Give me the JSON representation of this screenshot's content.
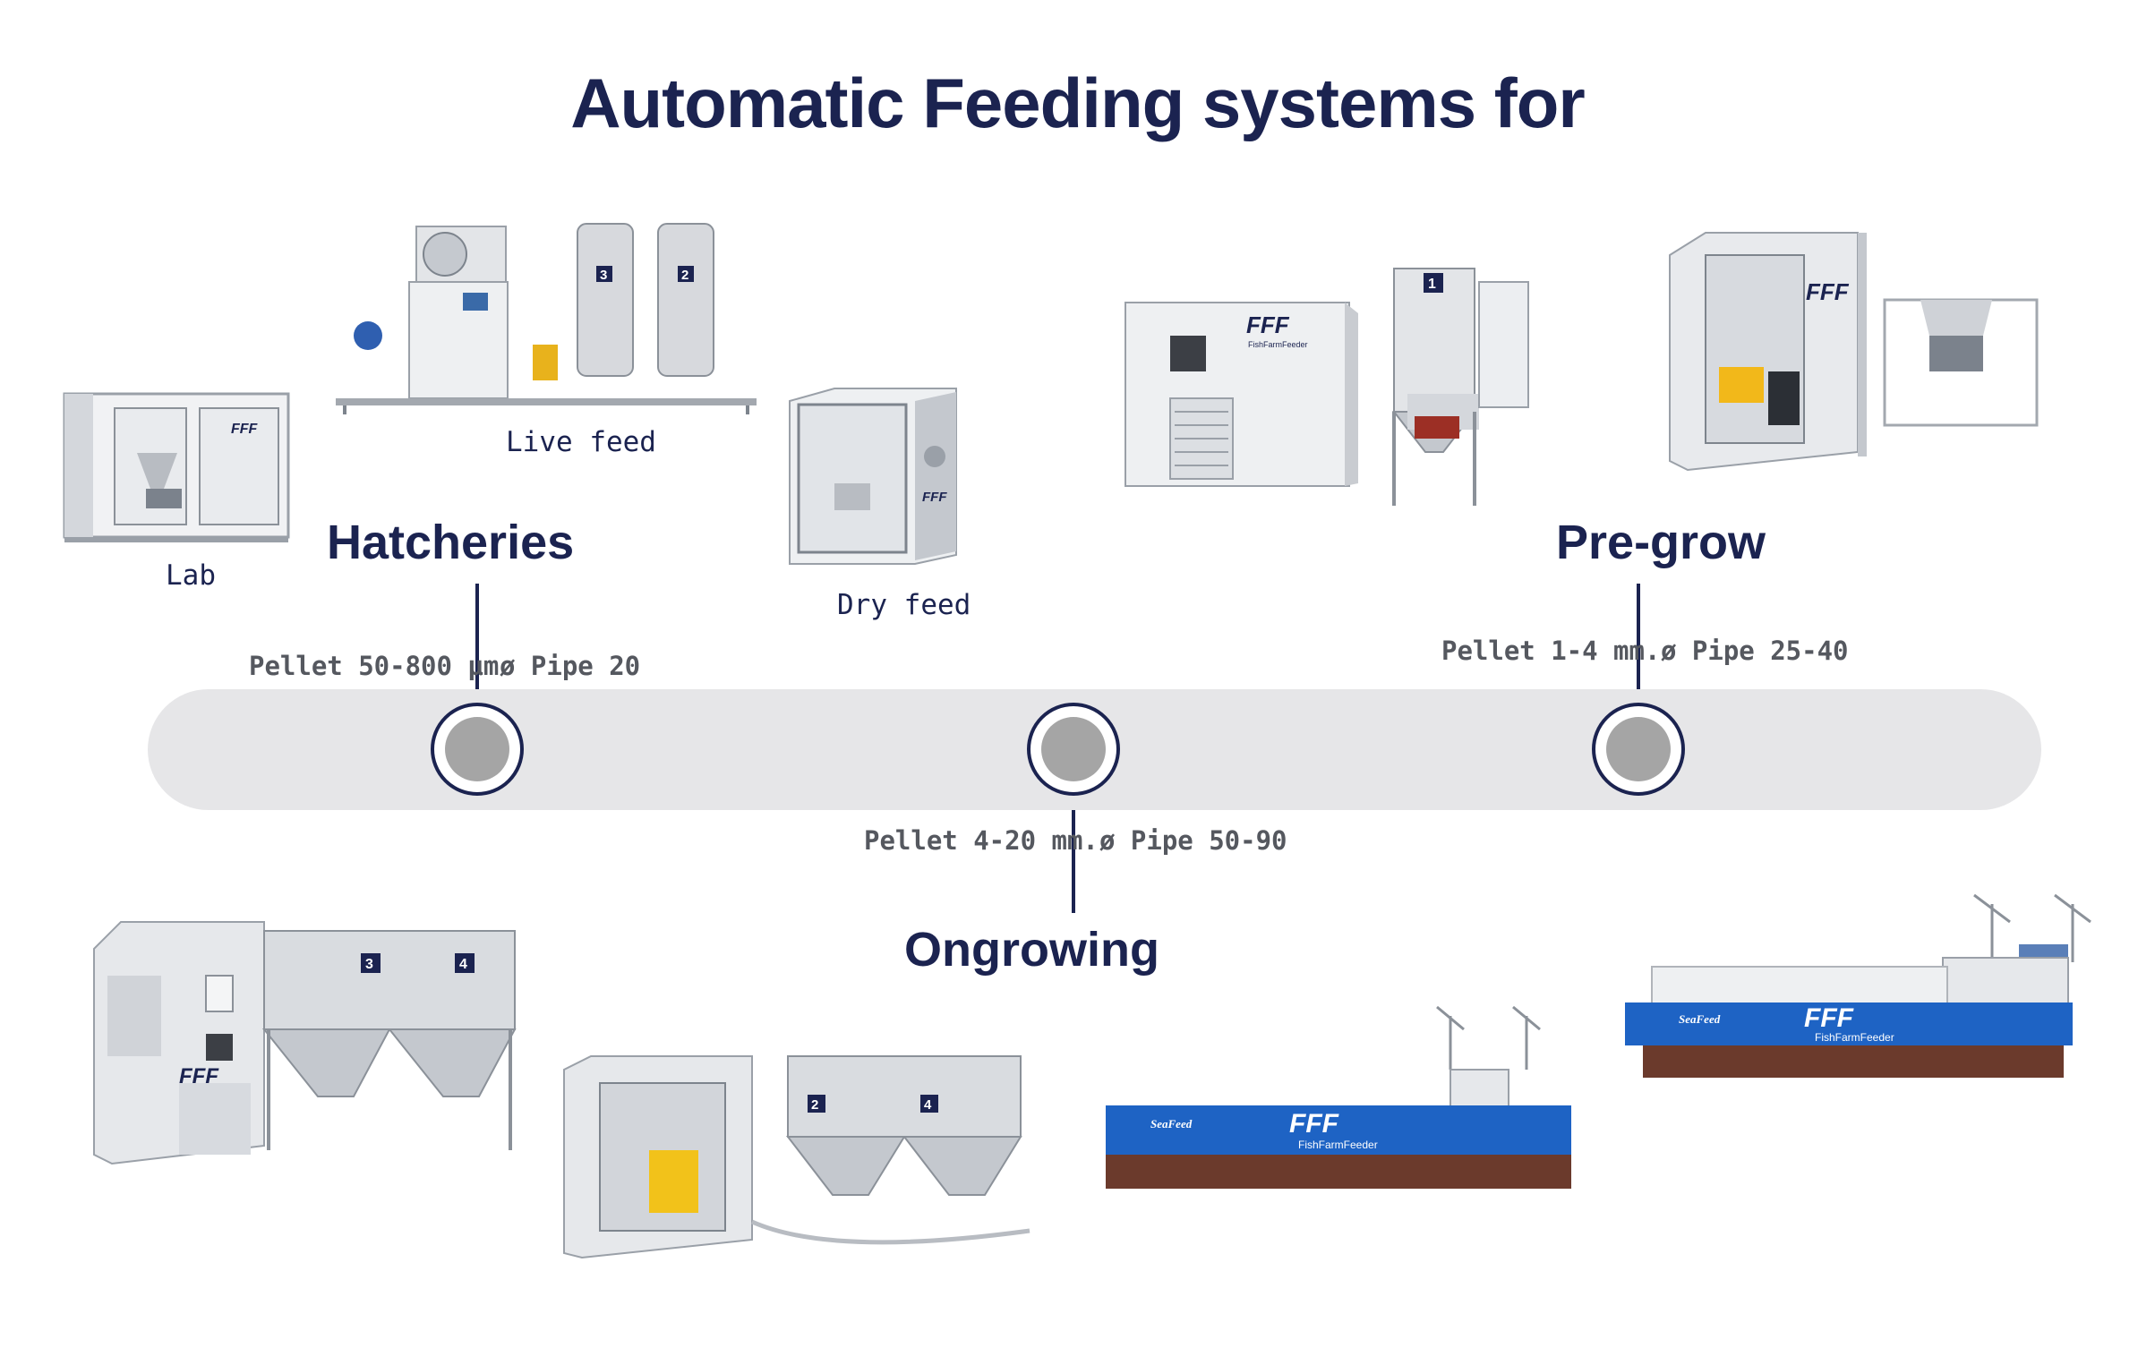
{
  "title": "Automatic Feeding systems for",
  "timeline": {
    "hatcheries": {
      "title": "Hatcheries",
      "pellet": "Pellet 50-800 µm",
      "pipe": "ø Pipe 20",
      "products": {
        "lab": "Lab",
        "live_feed": "Live feed",
        "dry_feed": "Dry feed"
      }
    },
    "ongrowing": {
      "title": "Ongrowing",
      "pellet": "Pellet 4-20 mm.",
      "pipe": "ø Pipe 50-90"
    },
    "pregrow": {
      "title": "Pre-grow",
      "pellet": "Pellet 1-4 mm.",
      "pipe": "ø Pipe 25-40"
    }
  },
  "brand": {
    "logo": "FFF",
    "name": "FishFarmFeeder",
    "barge_name": "SeaFeed",
    "silo_numbers": [
      "1",
      "2",
      "3",
      "4"
    ]
  },
  "colors": {
    "navy": "#1b2350",
    "track": "#e6e6e8",
    "node_dot": "#a5a5a5",
    "steel": "#c9ccd1",
    "barge_blue": "#1e63c4",
    "barge_hull": "#6b3a2c"
  }
}
